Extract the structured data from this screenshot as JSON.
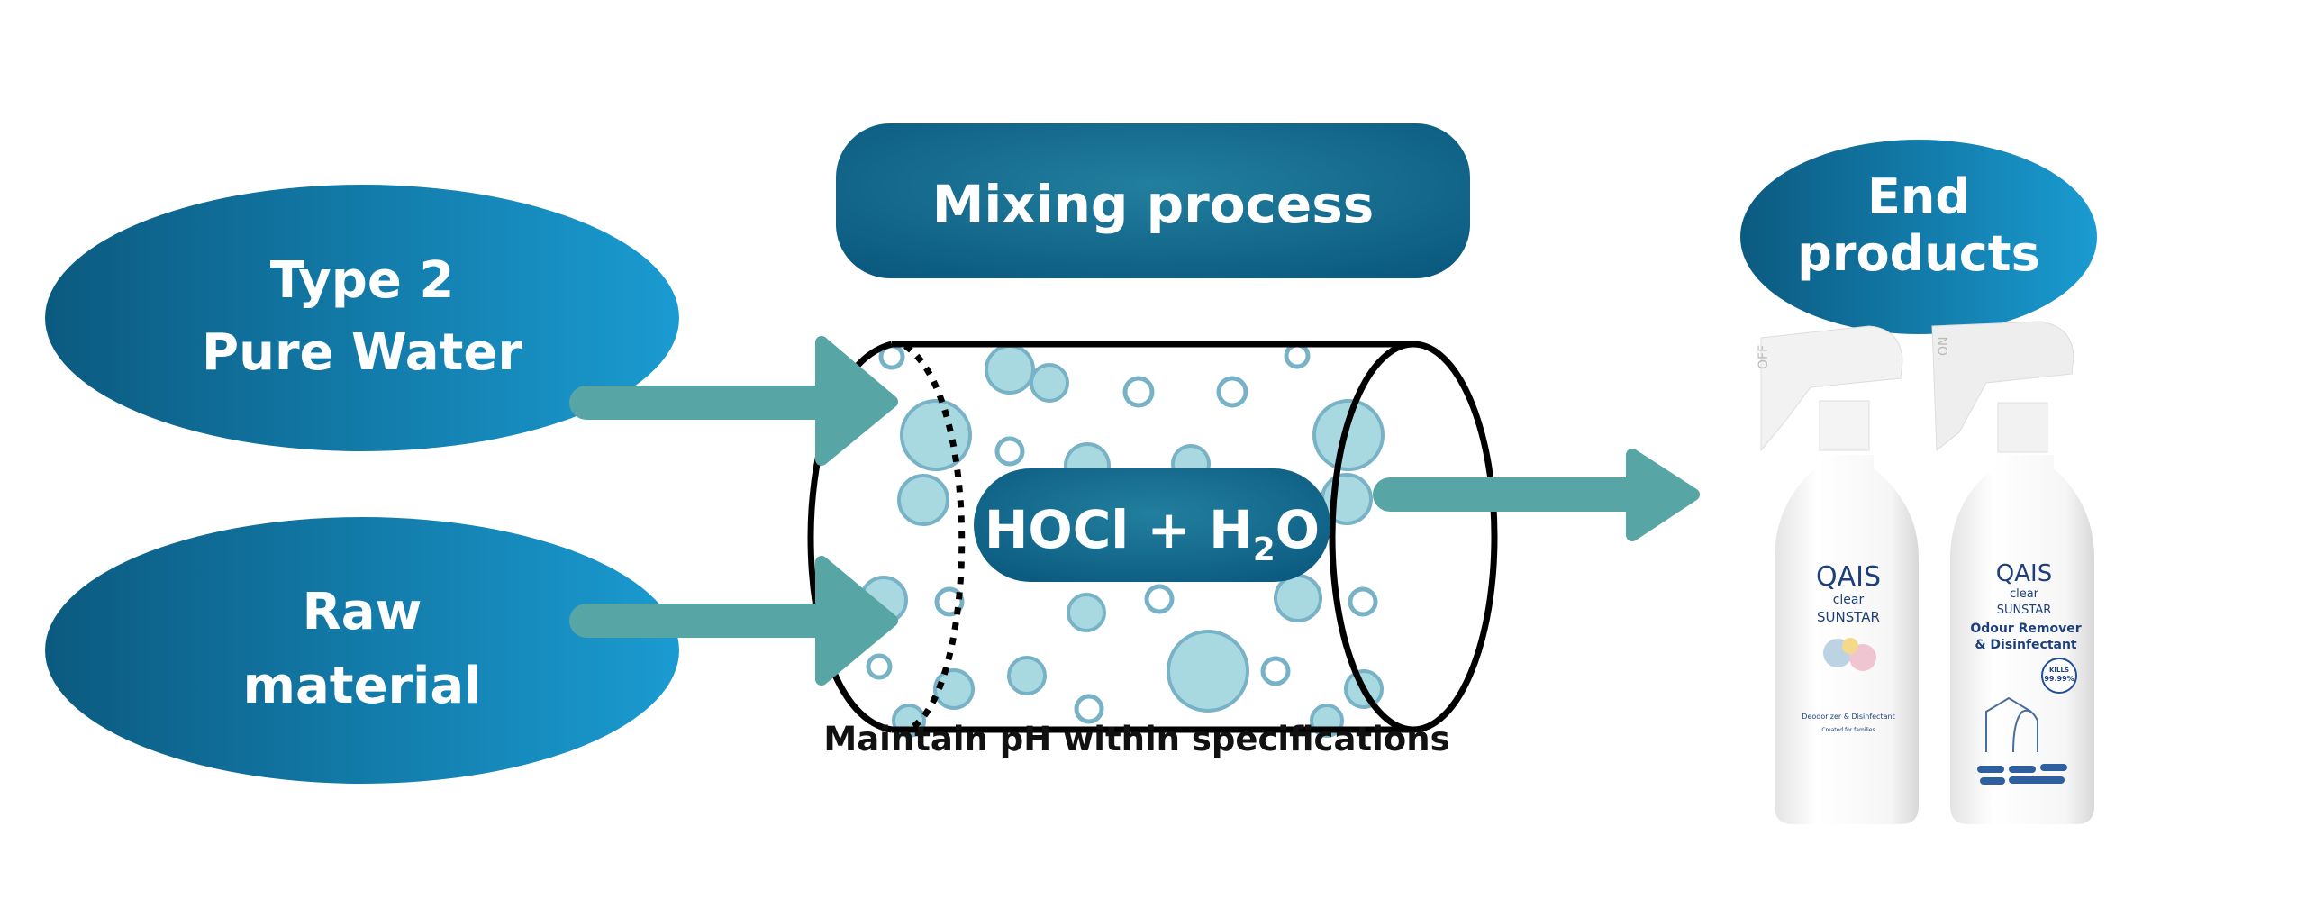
{
  "inputs": [
    {
      "line1": "Type 2",
      "line2": "Pure Water"
    },
    {
      "line1": "Raw",
      "line2": "material"
    }
  ],
  "process": {
    "title": "Mixing process",
    "compound_main": "HOCl + H",
    "compound_sub": "2",
    "compound_end": "O",
    "caption": "Maintain pH within specifications"
  },
  "output": {
    "line1": "End",
    "line2": "products"
  },
  "products": [
    {
      "trigger": "OFF",
      "brand": "QAIS",
      "sub": "clear",
      "maker": "SUNSTAR",
      "name": "Deodorizer & Disinfectant",
      "tagline": "Created for families"
    },
    {
      "trigger": "ON",
      "brand": "QAIS",
      "sub": "clear",
      "maker": "SUNSTAR",
      "name1": "Odour Remover",
      "name2": "& Disinfectant",
      "badge1": "KILLS",
      "badge2": "99.99%"
    }
  ],
  "colors": {
    "dark": "#0a5a80",
    "light": "#1a9ad0",
    "arrow": "#57a6a5",
    "bubble": "#a8d8e0",
    "bubble_edge": "#78b2c6"
  }
}
